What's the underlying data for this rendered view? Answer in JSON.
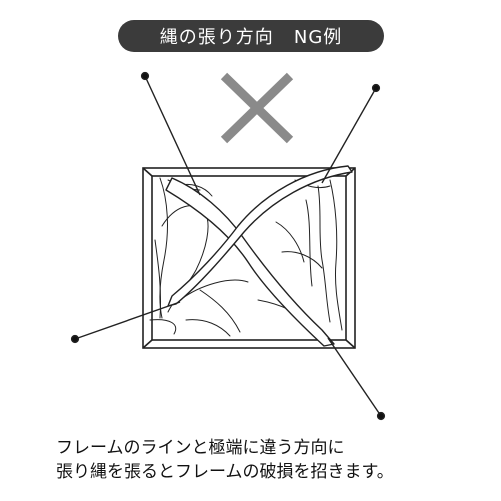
{
  "header": {
    "title": "縄の張り方向",
    "tag": "NG例"
  },
  "caption": {
    "line1": "フレームのラインと極端に違う方向に",
    "line2": "張り縄を張るとフレームの破損を招きます。"
  },
  "icons": {
    "cross_mark": "x-mark-icon"
  },
  "colors": {
    "badge_bg": "#3b3b3b",
    "cross": "#8a8a8a",
    "stroke": "#222222"
  }
}
